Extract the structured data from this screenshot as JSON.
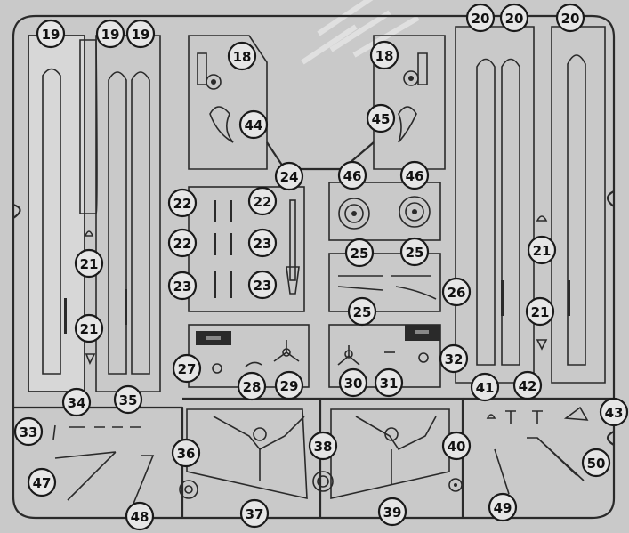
{
  "diagram": {
    "callouts": [
      {
        "id": "c19a",
        "label": "19"
      },
      {
        "id": "c19b",
        "label": "19"
      },
      {
        "id": "c19c",
        "label": "19"
      },
      {
        "id": "c20a",
        "label": "20"
      },
      {
        "id": "c20b",
        "label": "20"
      },
      {
        "id": "c20c",
        "label": "20"
      },
      {
        "id": "c18a",
        "label": "18"
      },
      {
        "id": "c18b",
        "label": "18"
      },
      {
        "id": "c44",
        "label": "44"
      },
      {
        "id": "c45",
        "label": "45"
      },
      {
        "id": "c24",
        "label": "24"
      },
      {
        "id": "c46a",
        "label": "46"
      },
      {
        "id": "c46b",
        "label": "46"
      },
      {
        "id": "c22a",
        "label": "22"
      },
      {
        "id": "c22b",
        "label": "22"
      },
      {
        "id": "c22c",
        "label": "22"
      },
      {
        "id": "c23a",
        "label": "23"
      },
      {
        "id": "c23b",
        "label": "23"
      },
      {
        "id": "c23c",
        "label": "23"
      },
      {
        "id": "c25a",
        "label": "25"
      },
      {
        "id": "c25b",
        "label": "25"
      },
      {
        "id": "c25c",
        "label": "25"
      },
      {
        "id": "c26",
        "label": "26"
      },
      {
        "id": "c21a",
        "label": "21"
      },
      {
        "id": "c21b",
        "label": "21"
      },
      {
        "id": "c21c",
        "label": "21"
      },
      {
        "id": "c21d",
        "label": "21"
      },
      {
        "id": "c27",
        "label": "27"
      },
      {
        "id": "c28",
        "label": "28"
      },
      {
        "id": "c29",
        "label": "29"
      },
      {
        "id": "c30",
        "label": "30"
      },
      {
        "id": "c31",
        "label": "31"
      },
      {
        "id": "c32",
        "label": "32"
      },
      {
        "id": "c41",
        "label": "41"
      },
      {
        "id": "c42",
        "label": "42"
      },
      {
        "id": "c43",
        "label": "43"
      },
      {
        "id": "c34",
        "label": "34"
      },
      {
        "id": "c35",
        "label": "35"
      },
      {
        "id": "c33",
        "label": "33"
      },
      {
        "id": "c36",
        "label": "36"
      },
      {
        "id": "c38",
        "label": "38"
      },
      {
        "id": "c40",
        "label": "40"
      },
      {
        "id": "c47",
        "label": "47"
      },
      {
        "id": "c48",
        "label": "48"
      },
      {
        "id": "c37",
        "label": "37"
      },
      {
        "id": "c39",
        "label": "39"
      },
      {
        "id": "c49",
        "label": "49"
      },
      {
        "id": "c50",
        "label": "50"
      }
    ]
  }
}
